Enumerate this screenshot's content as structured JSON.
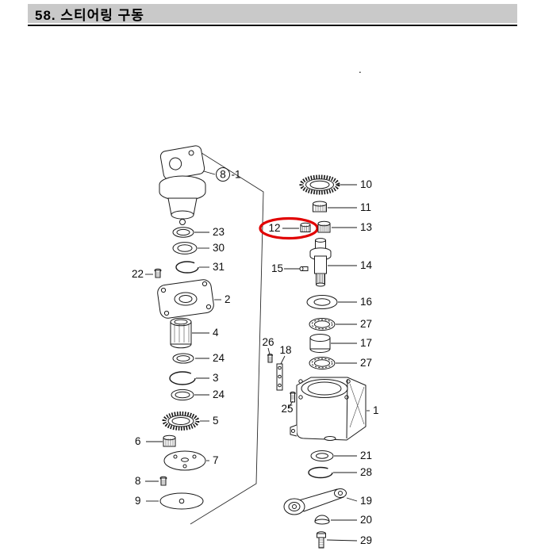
{
  "page": {
    "title": "58. 스티어링 구동",
    "stray_mark": ".",
    "background": "#ffffff"
  },
  "header": {
    "bg_color": "#c9c9c9",
    "rule_color": "#111111"
  },
  "diagram": {
    "line_color": "#1a1a1a",
    "highlight": {
      "label": "12",
      "color": "#e10000"
    },
    "callouts": [
      {
        "text": "8",
        "suffix": "-1"
      },
      {
        "text": "23"
      },
      {
        "text": "30"
      },
      {
        "text": "31"
      },
      {
        "text": "22"
      },
      {
        "text": "2"
      },
      {
        "text": "4"
      },
      {
        "text": "24"
      },
      {
        "text": "3"
      },
      {
        "text": "24"
      },
      {
        "text": "5"
      },
      {
        "text": "6"
      },
      {
        "text": "7"
      },
      {
        "text": "8"
      },
      {
        "text": "9"
      },
      {
        "text": "10"
      },
      {
        "text": "11"
      },
      {
        "text": "12"
      },
      {
        "text": "13"
      },
      {
        "text": "14"
      },
      {
        "text": "15"
      },
      {
        "text": "16"
      },
      {
        "text": "27"
      },
      {
        "text": "17"
      },
      {
        "text": "27"
      },
      {
        "text": "26"
      },
      {
        "text": "18"
      },
      {
        "text": "25"
      },
      {
        "text": "1"
      },
      {
        "text": "21"
      },
      {
        "text": "28"
      },
      {
        "text": "19"
      },
      {
        "text": "20"
      },
      {
        "text": "29"
      }
    ]
  }
}
